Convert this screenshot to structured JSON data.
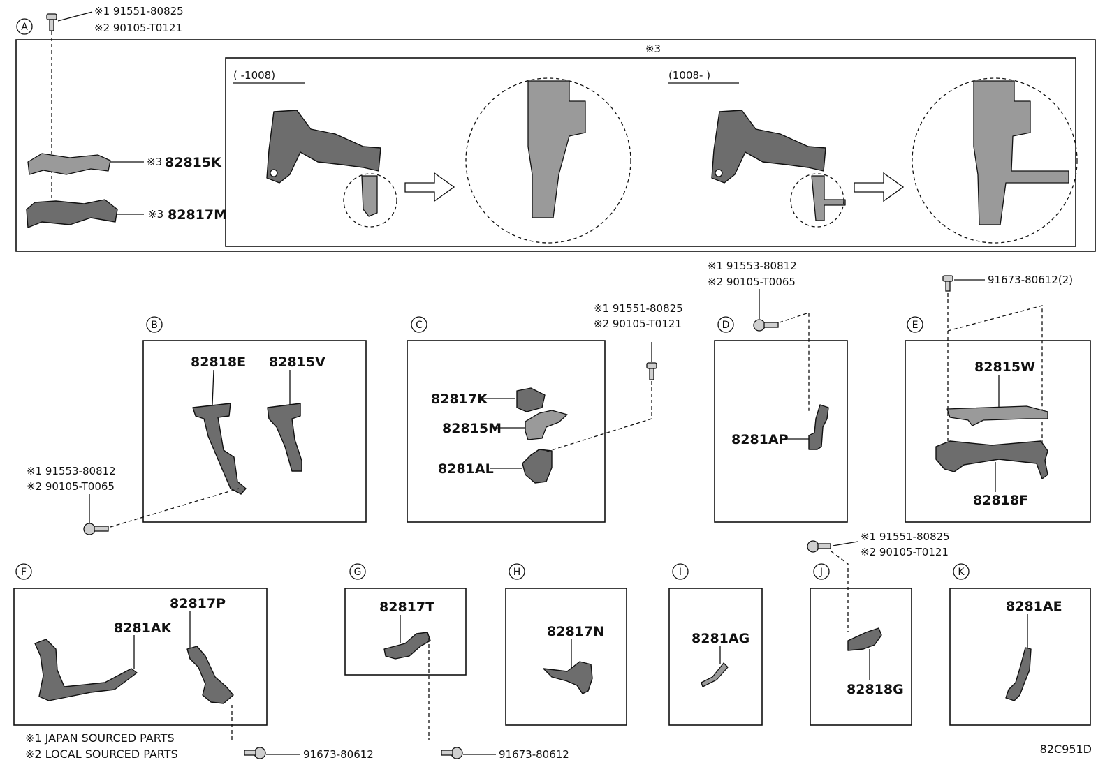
{
  "figure_code": "82C951D",
  "legend": {
    "note1": "※1 JAPAN SOURCED PARTS",
    "note2": "※2 LOCAL SOURCED PARTS"
  },
  "groups": {
    "A": {
      "letter": "A",
      "bolt_ref1": "※1 91551-80825",
      "bolt_ref2": "※2 90105-T0121",
      "p1_prefix": "※3",
      "p1": "82815K",
      "p2_prefix": "※3",
      "p2": "82817M",
      "inset_label": "※3",
      "range_before": "(       -1008)",
      "range_after": "(1008-       )"
    },
    "B": {
      "letter": "B",
      "p1": "82818E",
      "p2": "82815V",
      "bolt_ref1": "※1 91553-80812",
      "bolt_ref2": "※2 90105-T0065"
    },
    "C": {
      "letter": "C",
      "p1": "82817K",
      "p2": "82815M",
      "p3": "8281AL",
      "bolt_ref1": "※1 91551-80825",
      "bolt_ref2": "※2 90105-T0121"
    },
    "D": {
      "letter": "D",
      "p1": "8281AP",
      "bolt_ref1": "※1 91553-80812",
      "bolt_ref2": "※2 90105-T0065"
    },
    "E": {
      "letter": "E",
      "p1": "82815W",
      "p2": "82818F",
      "bolt_ref": "91673-80612(2)"
    },
    "F": {
      "letter": "F",
      "p1": "8281AK",
      "p2": "82817P",
      "bolt_ref": "91673-80612"
    },
    "G": {
      "letter": "G",
      "p1": "82817T",
      "bolt_ref": "91673-80612"
    },
    "H": {
      "letter": "H",
      "p1": "82817N"
    },
    "I": {
      "letter": "I",
      "p1": "8281AG"
    },
    "J": {
      "letter": "J",
      "p1": "82818G",
      "bolt_ref1": "※1 91551-80825",
      "bolt_ref2": "※2 90105-T0121"
    },
    "K": {
      "letter": "K",
      "p1": "8281AE"
    }
  }
}
